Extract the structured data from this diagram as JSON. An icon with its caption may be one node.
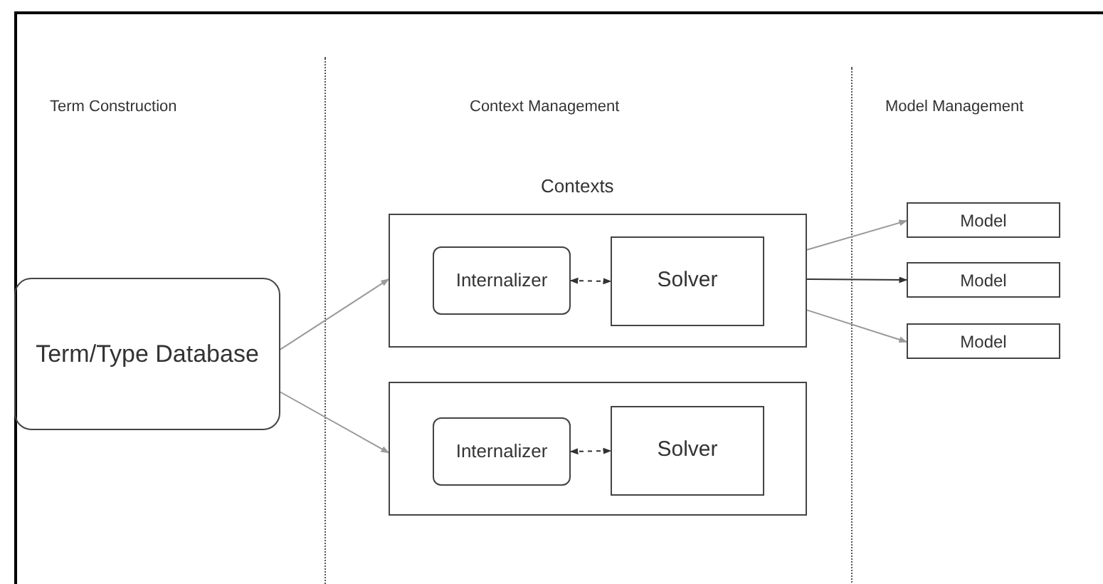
{
  "diagram": {
    "nodes": [
      {
        "text": [
          "Term/Type Database"
        ]
      },
      {
        "text": [],
        "shape": "box"
      },
      {
        "text": [
          "Internalizer"
        ],
        "in": 1
      },
      {
        "text": [
          "Solver"
        ],
        "in": 1
      },
      {
        "text": [],
        "shape": "box"
      },
      {
        "text": [
          "Internalizer"
        ],
        "in": 4
      },
      {
        "text": [
          "Solver"
        ],
        "in": 4
      },
      {
        "text": [
          "Model"
        ]
      },
      {
        "text": [
          "Model"
        ]
      },
      {
        "text": [
          "Model"
        ]
      }
    ],
    "edges": [
      {
        "from": 0,
        "to": 1,
        "arrow": "to"
      },
      {
        "from": 0,
        "to": 4,
        "arrow": "to"
      },
      {
        "from": 2,
        "to": 3,
        "arrow": "both",
        "style": "dashed",
        "color": "#333333"
      },
      {
        "from": 5,
        "to": 6,
        "arrow": "both",
        "style": "dashed",
        "color": "#333333"
      },
      {
        "from": 1,
        "to": 7,
        "arrow": "to"
      },
      {
        "from": 1,
        "to": 8,
        "arrow": "to",
        "color": "#333333"
      },
      {
        "from": 1,
        "to": 9,
        "arrow": "to"
      }
    ],
    "labels": [
      "Term Construction",
      "Context Management",
      "Model Management",
      "Contexts"
    ]
  }
}
